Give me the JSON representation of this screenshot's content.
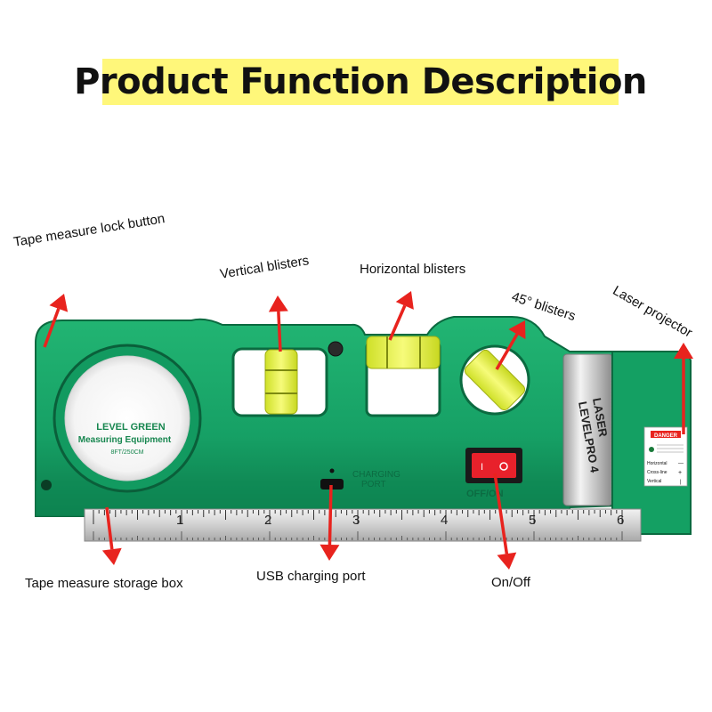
{
  "title": "Product Function Description",
  "callouts": {
    "lock_button": "Tape measure lock button",
    "vertical_blisters": "Vertical blisters",
    "horizontal_blisters": "Horizontal blisters",
    "blisters_45": "45° blisters",
    "laser_projector": "Laser projector",
    "storage_box": "Tape measure storage box",
    "usb_port": "USB charging port",
    "on_off": "On/Off"
  },
  "device": {
    "reel_label_line1": "LEVEL GREEN",
    "reel_label_line2": "Measuring Equipment",
    "reel_label_line3": "8FT/250CM",
    "charging_label_line1": "CHARGING",
    "charging_label_line2": "PORT",
    "switch_label": "OFF/ON",
    "side_label_line1": "LASER",
    "side_label_line2": "LEVELPRO 4",
    "danger_label": "DANGER",
    "panel_rows": [
      "Horizontal",
      "Cross-line",
      "Vertical"
    ],
    "ruler_numbers": [
      "1",
      "2",
      "3",
      "4",
      "5",
      "6"
    ]
  },
  "colors": {
    "body_green": "#16a065",
    "body_dark": "#0d7a4b",
    "arrow_red": "#e8231e",
    "banner_yellow": "#fff77a",
    "bubble_yellow": "#e9f03a",
    "switch_red": "#e8212b"
  }
}
